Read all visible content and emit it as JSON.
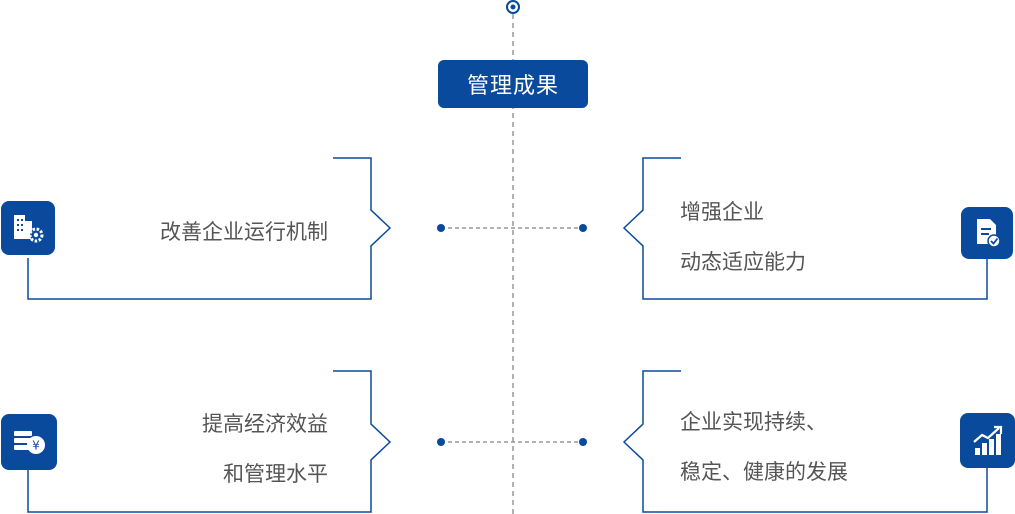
{
  "center_title": "管理成果",
  "items": [
    {
      "lines": [
        "改善企业运行机制"
      ],
      "icon": "building-gear-icon"
    },
    {
      "lines": [
        "增强企业",
        "动态适应能力"
      ],
      "icon": "document-check-icon"
    },
    {
      "lines": [
        "提高经济效益",
        "和管理水平"
      ],
      "icon": "money-yen-icon"
    },
    {
      "lines": [
        "企业实现持续、",
        "稳定、健康的发展"
      ],
      "icon": "growth-chart-icon"
    }
  ],
  "colors": {
    "primary": "#0a4a9c",
    "dash": "#999999",
    "text": "#555555"
  }
}
